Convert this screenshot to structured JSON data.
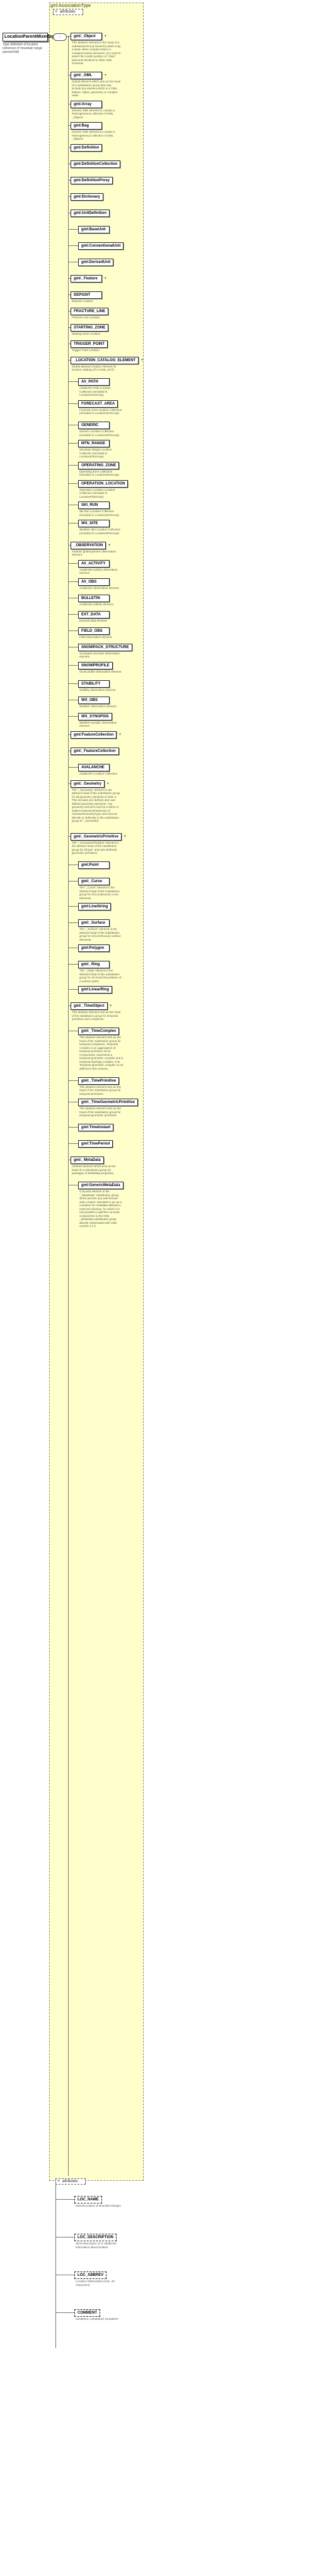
{
  "root": {
    "name": "LocationParentMixedageType",
    "description": "Type definition of location reference of mountain range parent/child"
  },
  "type_label": "gml:AssociationType",
  "attributes_label": "attributes",
  "elements": [
    {
      "label": "gml:_Object",
      "desc": "This abstract element is the head of a substitutionGroup hierarchy which may contain either simpleContent or complexContent elements. It is used to assert the model position of \"class\" elements declared in other GML schemas."
    },
    {
      "label": "gml:_GML",
      "desc": "Global element which acts as the head of a substitution group that may include any element which is a GML feature, object, geometry or complex value"
    },
    {
      "label": "gml:Array",
      "desc": "Generic GML element to contain a heterogeneous collection of GML _Objects"
    },
    {
      "label": "gml:Bag",
      "desc": "Generic GML element to contain a heterogeneous collection of GML _Objects"
    },
    {
      "label": "gml:Definition",
      "desc": ""
    },
    {
      "label": "gml:DefinitionCollection",
      "desc": ""
    },
    {
      "label": "gml:DefinitionProxy",
      "desc": ""
    },
    {
      "label": "gml:Dictionary",
      "desc": ""
    },
    {
      "label": "gml:UnitDefinition",
      "desc": ""
    },
    {
      "label": "gml:BaseUnit",
      "desc": ""
    },
    {
      "label": "gml:ConventionalUnit",
      "desc": ""
    },
    {
      "label": "gml:DerivedUnit",
      "desc": ""
    },
    {
      "label": "gml:_Feature",
      "desc": ""
    },
    {
      "label": "DEPOSIT",
      "desc": "Deposit Location"
    },
    {
      "label": "FRACTURE_LINE",
      "desc": "Fracture Line Location"
    },
    {
      "label": "STARTING_ZONE",
      "desc": "Starting Zone Location"
    },
    {
      "label": "TRIGGER_POINT",
      "desc": "Trigger Point Location"
    },
    {
      "label": "_LOCATION_CATALOG_ELEMENT",
      "desc": "Global abstract location element for location catalog (of CAAML_EXT)"
    },
    {
      "label": "AV_PATH",
      "desc": "Avalanche Path Location Collection (Included in LocationInfoGroup)"
    },
    {
      "label": "FORECAST_AREA",
      "desc": "Forecast Area Location Collection (Included in LocationInfoGroup)"
    },
    {
      "label": "GENERIC",
      "desc": "Generic Location Collection (Included in LocationInfoGroup)"
    },
    {
      "label": "MTN_RANGE",
      "desc": "Mountain Range Location Collection (Included in LocationInfoGroup)"
    },
    {
      "label": "OPERATING_ZONE",
      "desc": "Operating Zone Collection (Included in LocationInfoGroup)"
    },
    {
      "label": "OPERATION_LOCATION",
      "desc": "Operation Location Location Collection (Included in LocationInfoGroup)"
    },
    {
      "label": "SKI_RUN",
      "desc": "Ski Run Location Collection (Included in LocationInfoGroup)"
    },
    {
      "label": "WX_SITE",
      "desc": "Weather Site Location Collection (Included in LocationInfoGroup)"
    },
    {
      "label": "_OBSERVATION",
      "desc": "Abstract global generic observation element"
    },
    {
      "label": "AV_ACTIVITY",
      "desc": "Avalanche activity observation element"
    },
    {
      "label": "AV_OBS",
      "desc": "Avalanche observation element"
    },
    {
      "label": "BULLETIN",
      "desc": "Avalanche bulletin element"
    },
    {
      "label": "EXT_DATA",
      "desc": "External data element"
    },
    {
      "label": "FIELD_OBS",
      "desc": "Field observation element"
    },
    {
      "label": "SNOWPACK_STRUCTURE",
      "desc": "Snowpack structure observation element"
    },
    {
      "label": "SNOWPROFILE",
      "desc": "Snow profile observation element"
    },
    {
      "label": "STABILITY",
      "desc": "Stability observation element"
    },
    {
      "label": "WX_OBS",
      "desc": "Weather observation element"
    },
    {
      "label": "WX_SYNOPSIS",
      "desc": "Weather synoptic observation element"
    },
    {
      "label": "gml:FeatureCollection",
      "desc": ""
    },
    {
      "label": "gml:_FeatureCollection",
      "desc": ""
    },
    {
      "label": "AVALANCHE",
      "desc": "Avalanche Location Collection"
    },
    {
      "label": "gml:_Geometry",
      "desc": "The \"_Geometry\" element is the abstract head of the substitution group for all geometry elements of GML 3. This includes pre-defined and user-defined geometry elements. Any geometry element must be a direct or indirect extension/restriction of AbstractGeometryType and must be directly or indirectly in the substitution group of \"_Geometry\"."
    },
    {
      "label": "gml:_GeometricPrimitive",
      "desc": "The \"_GeometricPrimitive\" element is the abstract head of the substitution group for all (pre- and user-defined) geometric primitives."
    },
    {
      "label": "gml:Point",
      "desc": ""
    },
    {
      "label": "gml:_Curve",
      "desc": "The \"_Curve\" element is the abstract head of the substitution group for all (continuous) curve elements."
    },
    {
      "label": "gml:LineString",
      "desc": ""
    },
    {
      "label": "gml:_Surface",
      "desc": "The \"_Surface\" element is the abstract head of the substitution group for all (continuous) surface elements."
    },
    {
      "label": "gml:Polygon",
      "desc": ""
    },
    {
      "label": "gml:_Ring",
      "desc": "The \"_Ring\" element is the abstract head of the substitution group for all closed boundaries of a surface patch."
    },
    {
      "label": "gml:LinearRing",
      "desc": ""
    },
    {
      "label": "gml:_TimeObject",
      "desc": "This abstract element acts as the head of the substitution group for temporal primitives and complexes."
    },
    {
      "label": "gml:_TimeComplex",
      "desc": "This abstract element acts as the head of the substitution group for temporal complexes. Temporal complex is an aggregation of temporal primitives as its components, represents a temporal geometric complex and a temporal topology complex. N.B. Temporal geometric complex is not defined in this schema."
    },
    {
      "label": "gml:_TimePrimitive",
      "desc": "This abstract element acts as the head of the substitution group for temporal primitives."
    },
    {
      "label": "gml:_TimeGeometricPrimitive",
      "desc": "This abstract element acts as the head of the substitution group for temporal geometric primitives."
    },
    {
      "label": "gml:TimeInstant",
      "desc": ""
    },
    {
      "label": "gml:TimePeriod",
      "desc": ""
    },
    {
      "label": "gml:_MetaData",
      "desc": "Abstract element which acts as the head of a substitution group for packages of MetaData properties."
    },
    {
      "label": "gml:GenericMetaData",
      "desc": "Concrete element in the \"_MetaData\" substitution group, which permits any well-formed XML content. Intended to act as a container for metadata defined in external schemas, for which it is not possible to add the concrete components to the GML _MetaData substitution group directly. Deprecated with GML version 3.1.0."
    }
  ],
  "attribute_items": [
    {
      "label": "LOC_NAME",
      "desc": "Name/Location of Mountain Ranges"
    },
    {
      "label": "LOC_DESCRIPTION",
      "desc": "Short description of or additional information about location"
    },
    {
      "label": "LOC_ABBREV",
      "desc": "Location Abbreviation (max. 20 characters)"
    },
    {
      "label": "COMMENT",
      "desc": "GENERAL COMMENT ELEMENT"
    }
  ]
}
